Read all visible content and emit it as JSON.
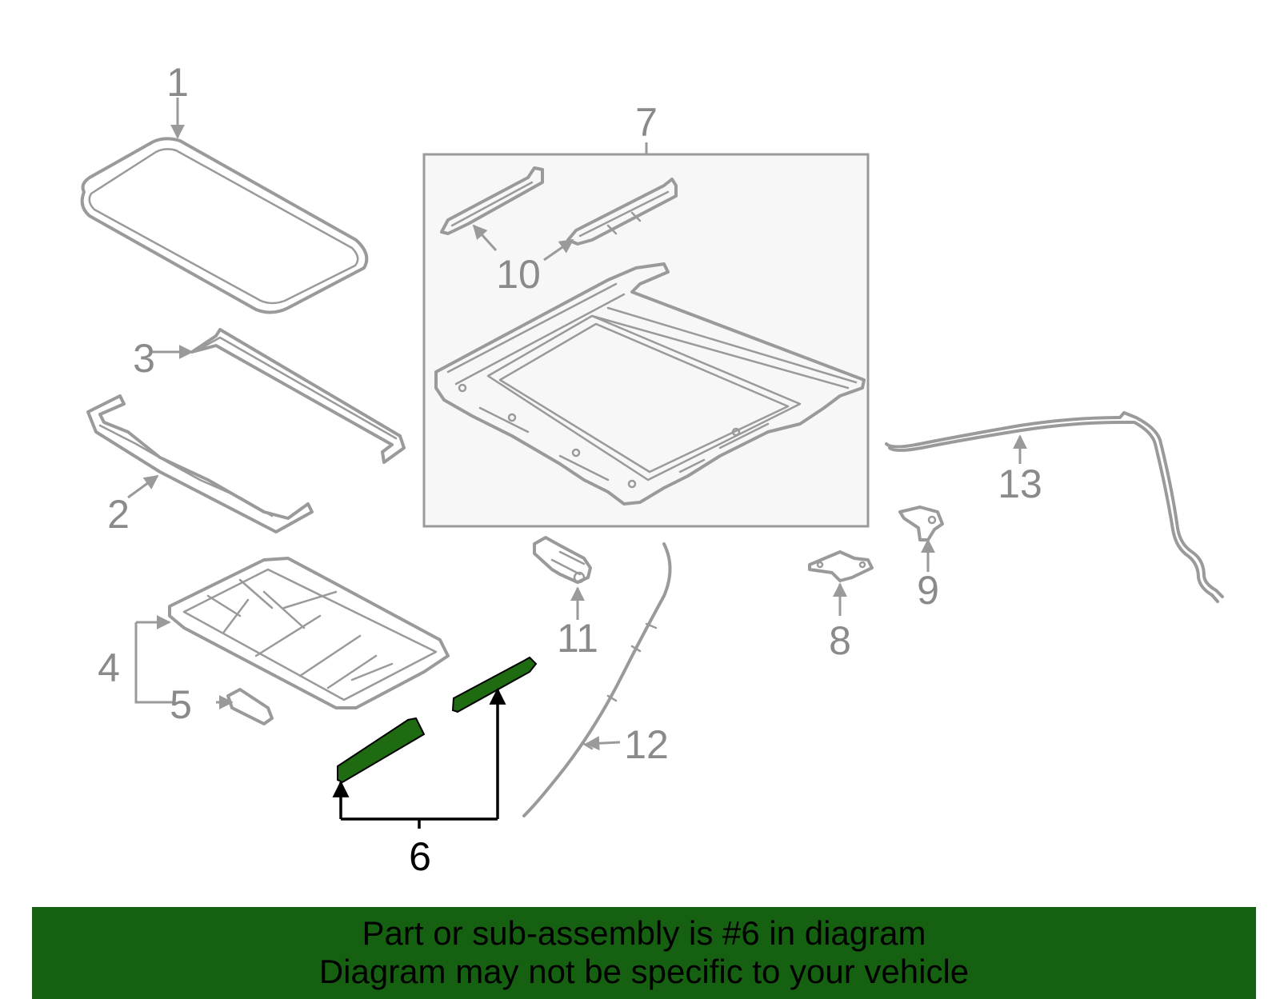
{
  "diagram": {
    "callouts": [
      "1",
      "2",
      "3",
      "4",
      "5",
      "6",
      "7",
      "8",
      "9",
      "10",
      "11",
      "12",
      "13"
    ],
    "highlighted_callout": "6",
    "colors": {
      "part_outline": "#9a9a9a",
      "highlight_fill": "#1e6b12",
      "highlight_stroke": "#000000",
      "assembly_box_fill": "#f7f7f7",
      "banner_background": "#166111"
    }
  },
  "banner": {
    "line1": "Part or sub-assembly is #6 in diagram",
    "line2": "Diagram may not be specific to your vehicle"
  }
}
